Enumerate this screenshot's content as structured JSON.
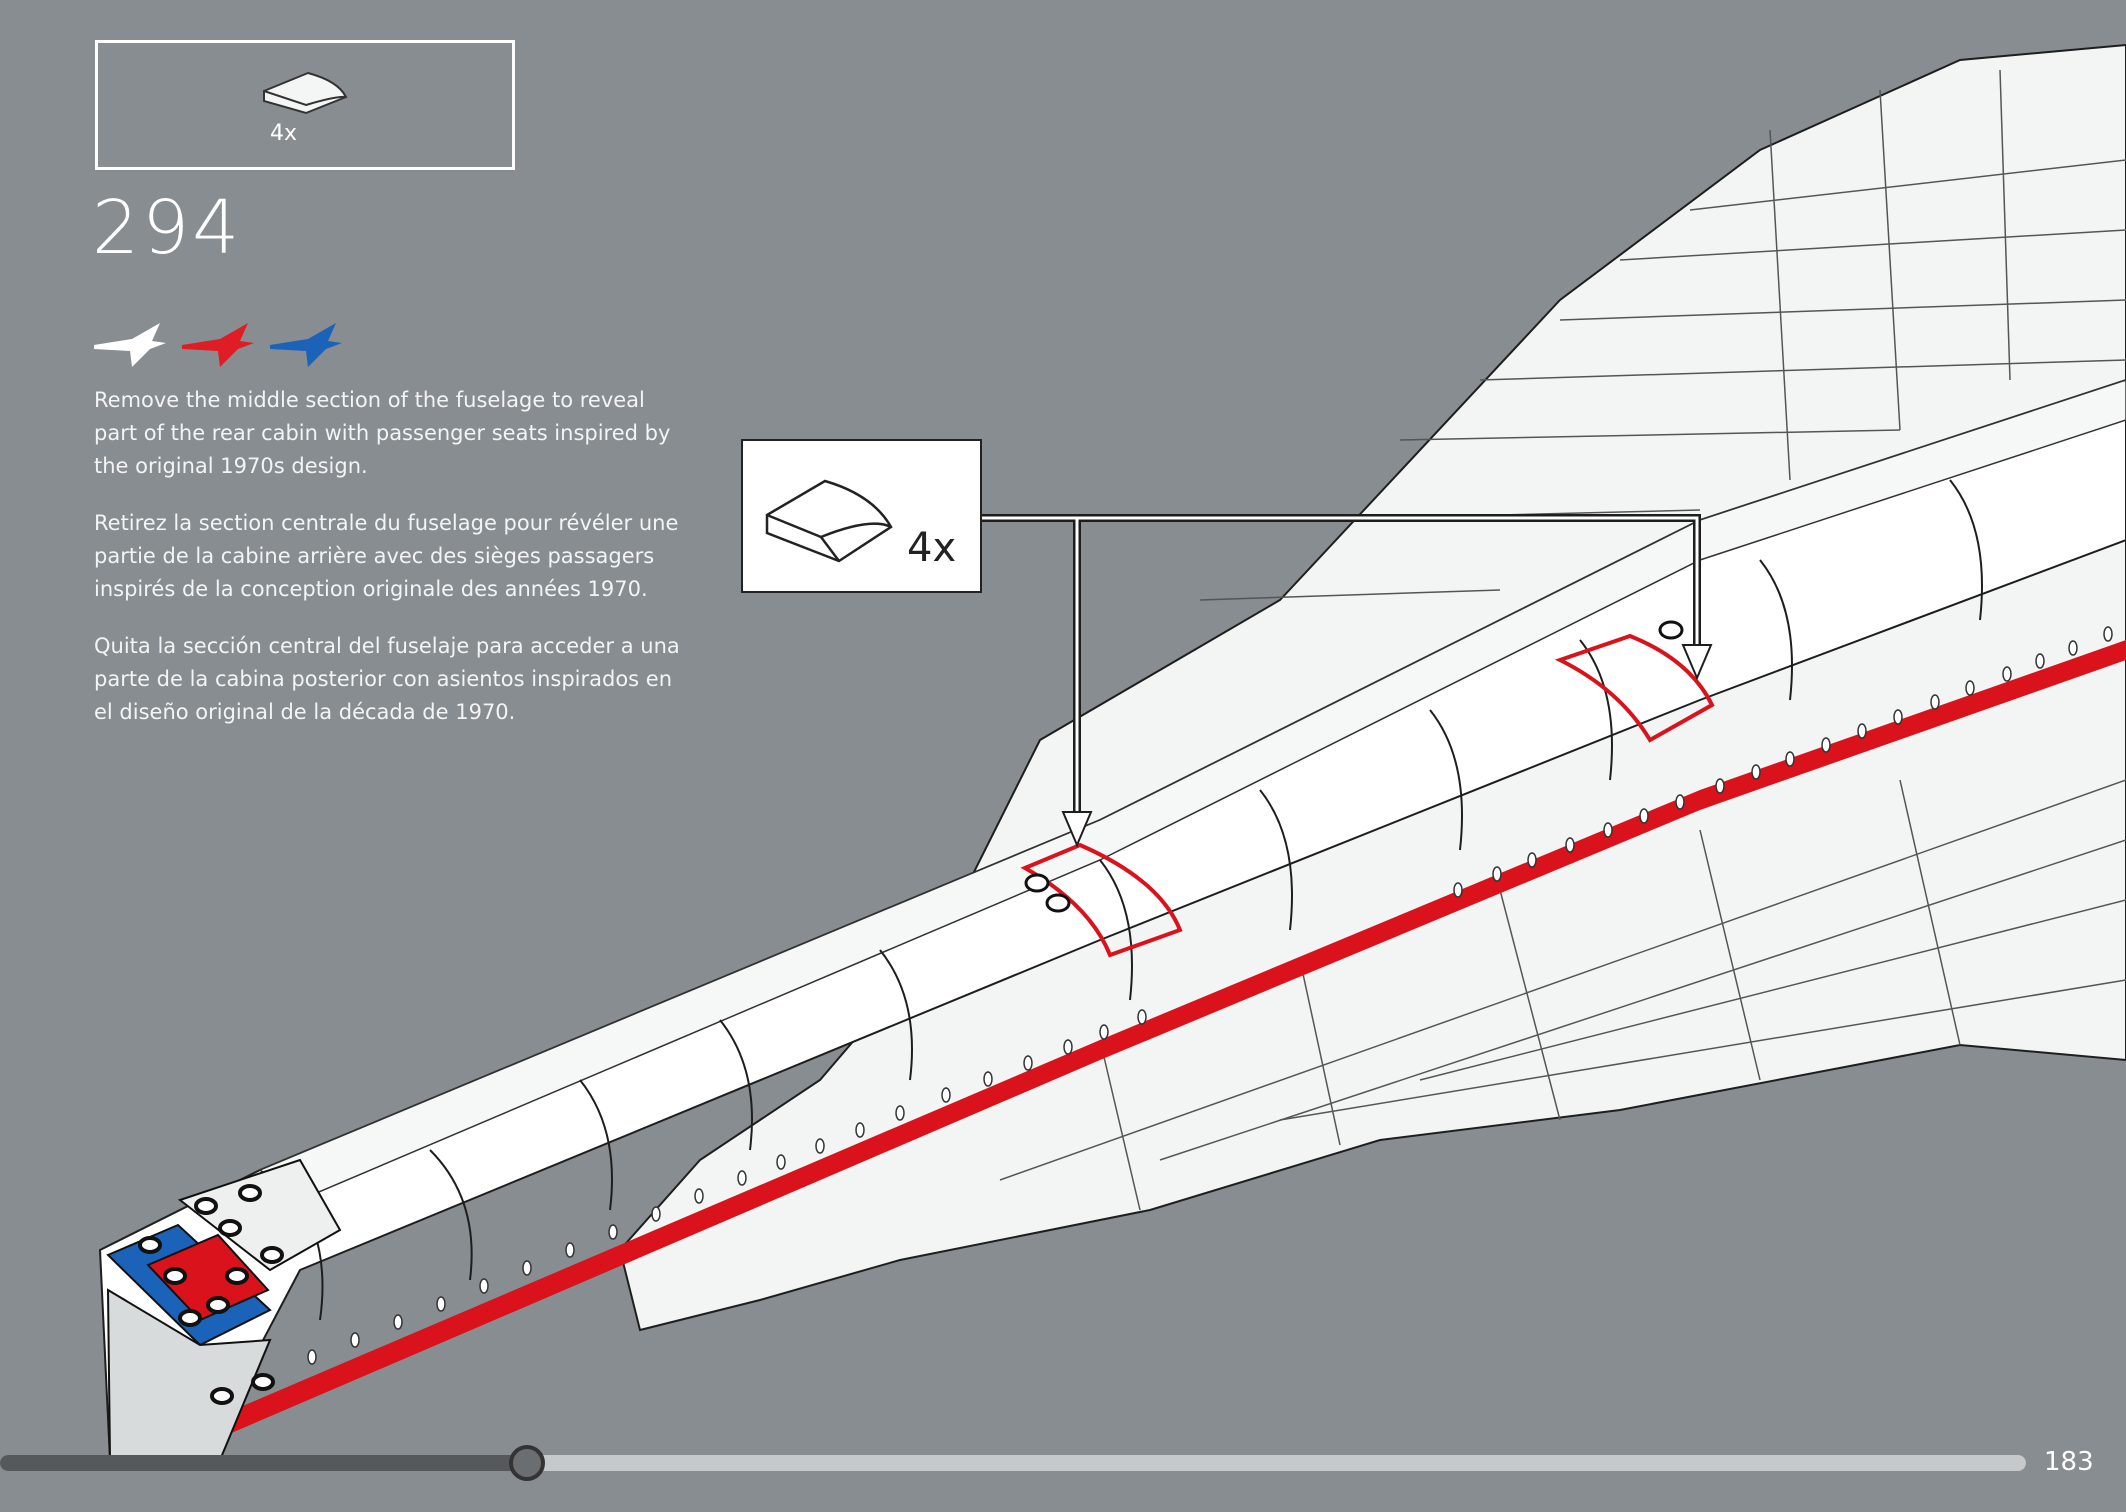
{
  "parts_list": {
    "quantity": "4x",
    "part_icon": "curved-slope-brick-icon"
  },
  "step": {
    "number": "294"
  },
  "livery_icons": [
    {
      "name": "white-jet-icon",
      "color": "#ffffff"
    },
    {
      "name": "red-jet-icon",
      "color": "#e01c24"
    },
    {
      "name": "blue-jet-icon",
      "color": "#1a63b8"
    }
  ],
  "descriptions": {
    "en": "Remove the middle section of the fuselage to reveal part of the rear cabin with passenger seats inspired by the original 1970s design.",
    "fr": "Retirez la section centrale du fuselage pour révéler une partie de la cabine arrière avec des sièges passagers inspirés de la conception originale des années 1970.",
    "es": "Quita la sección central del fuselaje para acceder a una parte de la cabina posterior con asientos inspirados en el diseño original de la década de 1970."
  },
  "callout": {
    "quantity": "4x",
    "part_icon": "curved-slope-brick-icon"
  },
  "progress": {
    "fraction": 0.26
  },
  "page": {
    "number": "183"
  },
  "colors": {
    "background": "#878d91",
    "highlight": "#d9121b"
  }
}
